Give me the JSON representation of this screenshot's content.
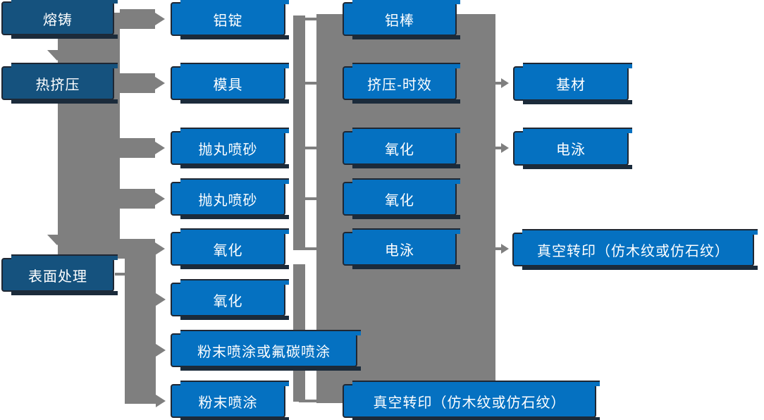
{
  "colors": {
    "box_blue": "#0571C1",
    "box_navy": "#15527E",
    "connector_gray": "#7F7F7F",
    "box_border": "#1F2733",
    "text": "#FFFFFF"
  },
  "col1": {
    "items": [
      {
        "label": "熔铸"
      },
      {
        "label": "热挤压"
      },
      {
        "label": "表面处理"
      }
    ]
  },
  "col2": {
    "items": [
      {
        "label": "铝锭"
      },
      {
        "label": "模具"
      },
      {
        "label": "抛丸喷砂"
      },
      {
        "label": "抛丸喷砂"
      },
      {
        "label": "氧化"
      },
      {
        "label": "氧化"
      },
      {
        "label": "粉末喷涂或氟碳喷涂"
      },
      {
        "label": "粉末喷涂"
      }
    ]
  },
  "col3": {
    "items": [
      {
        "label": "铝棒"
      },
      {
        "label": "挤压-时效"
      },
      {
        "label": "氧化"
      },
      {
        "label": "氧化"
      },
      {
        "label": "电泳"
      },
      {
        "label": "真空转印（仿木纹或仿石纹）"
      }
    ]
  },
  "col4": {
    "items": [
      {
        "label": "基材"
      },
      {
        "label": "电泳"
      },
      {
        "label": "真空转印（仿木纹或仿石纹）"
      }
    ]
  }
}
